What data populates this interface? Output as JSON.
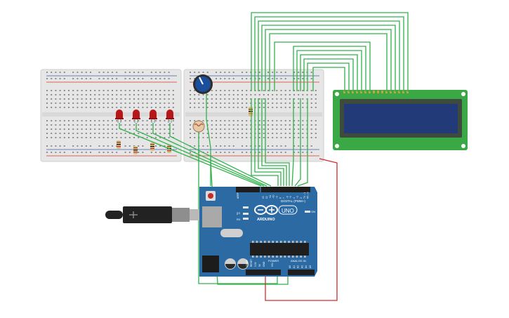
{
  "colors": {
    "canvas_bg": "#ffffff",
    "breadboard": "#e6e6e6",
    "breadboard_hole": "#8d8d8d",
    "rail_red": "#d9342b",
    "rail_blue": "#3c5fa8",
    "arduino_blue": "#2b6aa3",
    "arduino_dark": "#1f4f7c",
    "lcd_green": "#3aa845",
    "lcd_screen": "#233a78",
    "led_red": "#b9161a",
    "wire_green": "#2fb24a",
    "wire_red": "#d32d2d",
    "wire_black": "#222222",
    "pot_blue": "#1c4e9e",
    "usb_gray": "#9a9a9a",
    "chip_black": "#1e1e1e",
    "resistor_body": "#d8bf8a"
  },
  "components": {
    "usb_cable": {
      "icon": "usb-plug-icon"
    },
    "potentiometer": {
      "icon": "knob-icon"
    },
    "photoresistor": {
      "icon": "ldr-icon"
    },
    "leds": {
      "count_label": "4",
      "color": "red"
    },
    "resistors": {
      "count_label": "5"
    }
  },
  "arduino": {
    "brand": "ARDUINO",
    "model": "UNO",
    "digital_label": "DIGITAL (PWM~)",
    "power_label": "POWER",
    "analog_label": "ANALOG IN",
    "tx_label": "TX",
    "rx_label": "RX",
    "l_label": "L",
    "on_label": "ON",
    "aref_label": "AREF",
    "gnd_label": "GND",
    "ioref_label": "IOREF",
    "reset_label": "RESET",
    "v33_label": "3.3V",
    "v5_label": "5V",
    "vin_label": "VIN",
    "digital_pins": [
      "13",
      "12",
      "~11",
      "~10",
      "~9",
      "8",
      "7",
      "~6",
      "~5",
      "4",
      "~3",
      "2",
      "TX→1",
      "RX←0"
    ],
    "analog_pins": [
      "A0",
      "A1",
      "A2",
      "A3",
      "A4",
      "A5"
    ]
  },
  "lcd": {
    "type": "16x2",
    "pin_count": 16
  }
}
